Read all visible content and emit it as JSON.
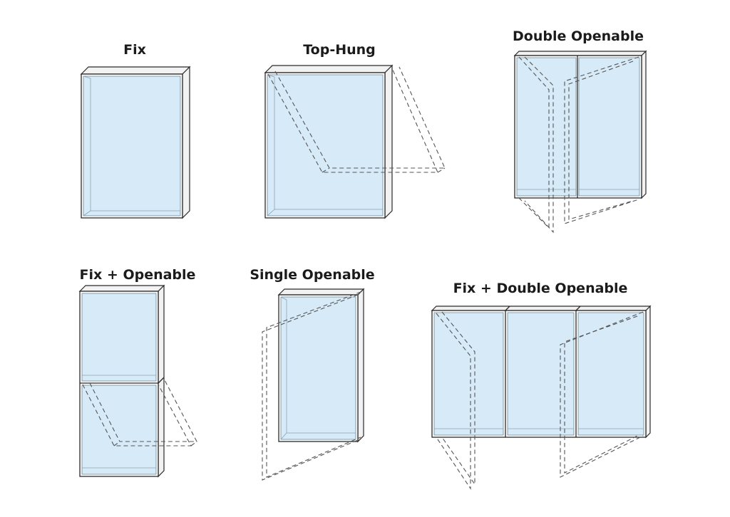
{
  "diagram": {
    "colors": {
      "glass": "#d6eaf8",
      "frame": "#2a2a2a",
      "dash": "#555555"
    },
    "items": [
      {
        "label": "Fix"
      },
      {
        "label": "Top-Hung"
      },
      {
        "label": "Double Openable"
      },
      {
        "label": "Fix + Openable"
      },
      {
        "label": "Single Openable"
      },
      {
        "label": "Fix + Double Openable"
      }
    ]
  }
}
